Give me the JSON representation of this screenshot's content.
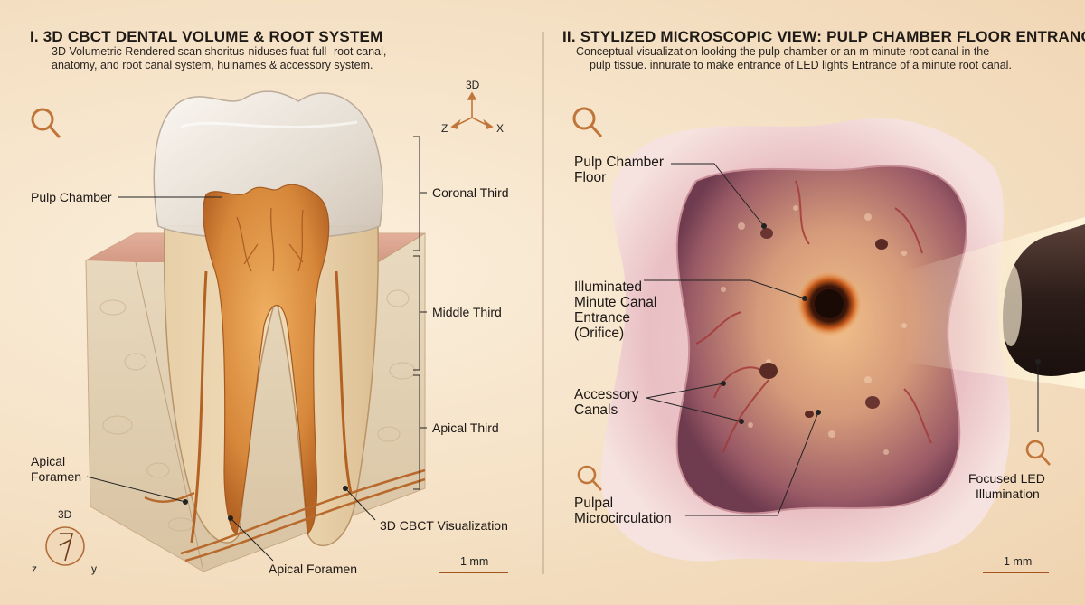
{
  "left": {
    "title": "I. 3D CBCT DENTAL VOLUME & ROOT SYSTEM",
    "subtitle_line1": "3D Volumetric Rendered scan shoritus-niduses fuat full- root canal,",
    "subtitle_line2": "anatomy, and root canal system, huinames & accessory system.",
    "labels": {
      "pulp_chamber": "Pulp Chamber",
      "coronal_third": "Coronal Third",
      "middle_third": "Middle Third",
      "apical_third": "Apical Third",
      "apical_foramen_1": "Apical",
      "apical_foramen_2": "Foramen",
      "cbct_visualization": "3D CBCT Visualization",
      "apical_foramen_bottom": "Apical Foramen"
    },
    "axes_top": {
      "label_3d": "3D",
      "z": "Z",
      "x": "X"
    },
    "axes_bottom": {
      "label_3d": "3D",
      "z": "z",
      "y": "y"
    },
    "scale": "1 mm"
  },
  "right": {
    "title": "II. STYLIZED MICROSCOPIC VIEW: PULP CHAMBER FLOOR ENTRANCE",
    "subtitle_line1": "Conceptual visualization looking the pulp chamber or an m minute root canal in the",
    "subtitle_line2": "pulp tissue. innurate to make entrance of LED lights Entrance of a minute root canal.",
    "labels": {
      "pulp_floor_1": "Pulp Chamber",
      "pulp_floor_2": "Floor",
      "orifice_1": "Illuminated",
      "orifice_2": "Minute Canal",
      "orifice_3": "Entrance",
      "orifice_4": "(Orifice)",
      "accessory_1": "Accessory",
      "accessory_2": "Canals",
      "micro_1": "Pulpal",
      "micro_2": "Microcirculation",
      "led_1": "Focused LED",
      "led_2": "Illumination"
    },
    "scale": "1 mm"
  },
  "colors": {
    "background": "#f6e6cf",
    "pulp": "#d98a3c",
    "enamel": "#ede8e2",
    "tissue": "#e0a9a8",
    "icon": "#c0763a"
  }
}
